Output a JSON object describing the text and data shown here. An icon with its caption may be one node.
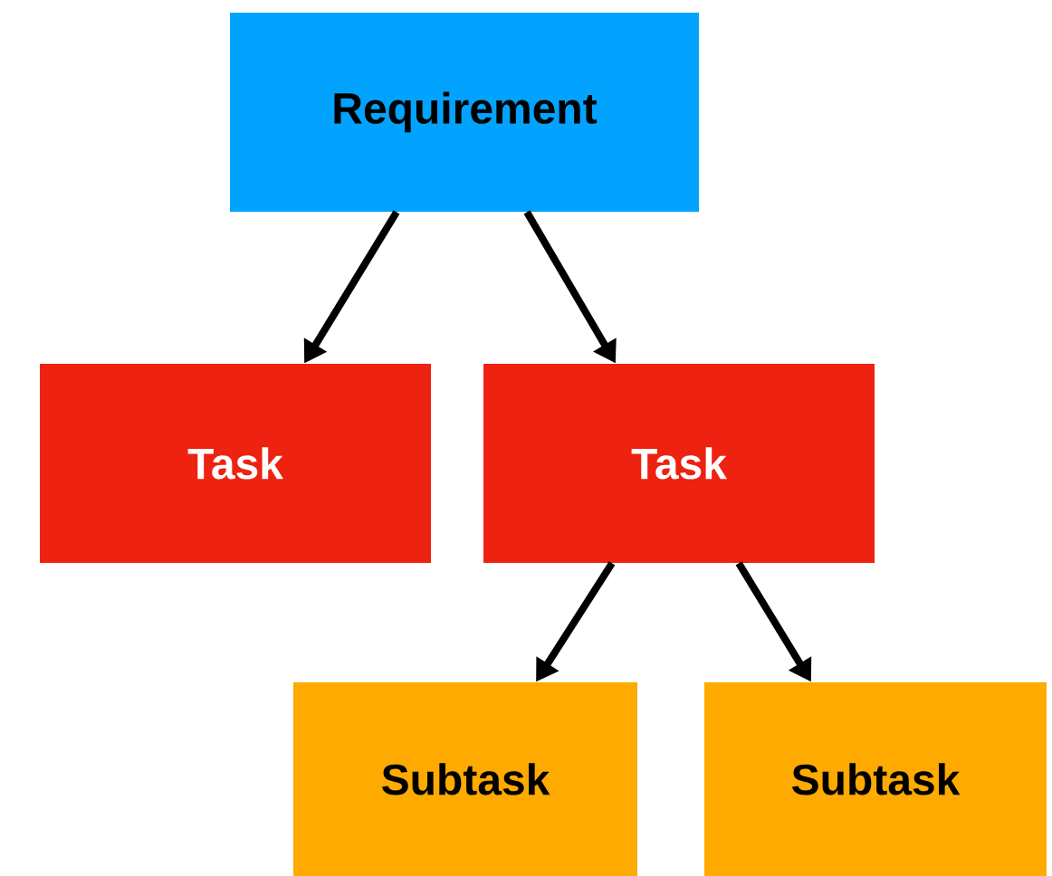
{
  "diagram": {
    "nodes": [
      {
        "text": [
          "Requirement"
        ]
      },
      {
        "text": [
          "Task"
        ]
      },
      {
        "text": [
          "Task"
        ]
      },
      {
        "text": [
          "Subtask"
        ]
      },
      {
        "text": [
          "Subtask"
        ]
      }
    ],
    "edges": [
      {
        "from": 0,
        "to": 1,
        "arrow": "to"
      },
      {
        "from": 0,
        "to": 2,
        "arrow": "to"
      },
      {
        "from": 2,
        "to": 3,
        "arrow": "to"
      },
      {
        "from": 2,
        "to": 4,
        "arrow": "to"
      }
    ]
  }
}
